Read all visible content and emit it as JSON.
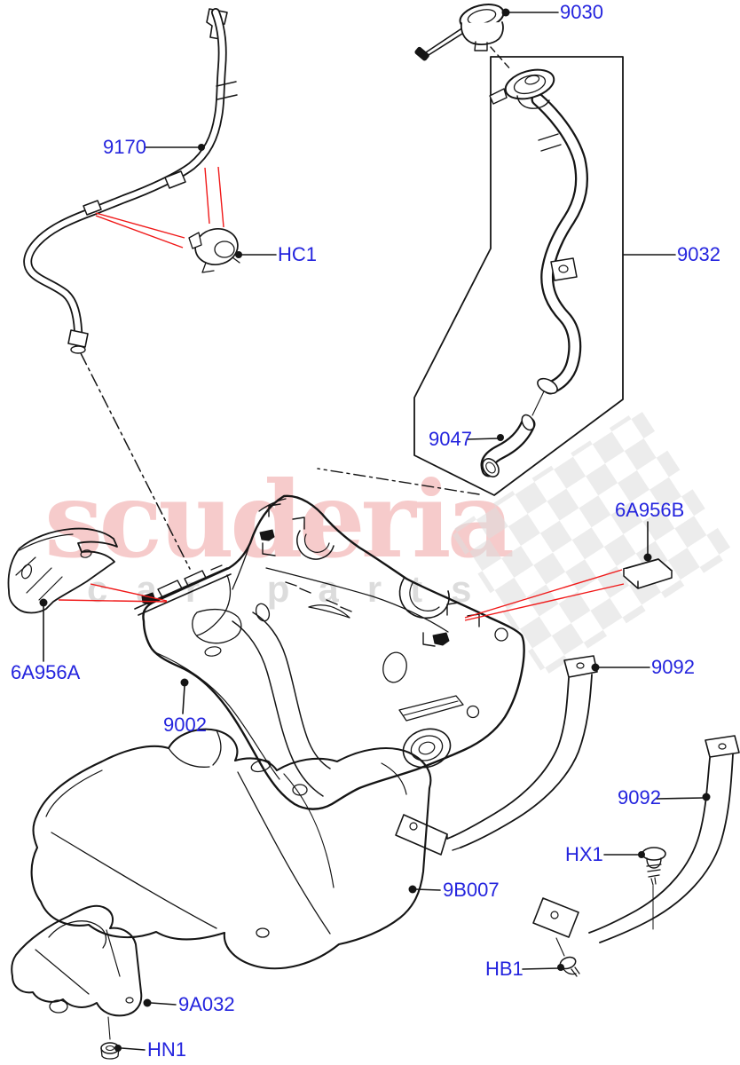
{
  "watermark": {
    "brand": "scuderia",
    "subtitle": "car parts"
  },
  "colors": {
    "label_blue": "#2424DE",
    "leader_red": "#f01818",
    "line_black": "#151515",
    "watermark_pink": "#f5c2c2",
    "watermark_gray": "#d9d9d9",
    "checker_gray": "#dedede",
    "background": "#ffffff"
  },
  "parts": [
    {
      "code": "9170"
    },
    {
      "code": "9030"
    },
    {
      "code": "HC1"
    },
    {
      "code": "9032"
    },
    {
      "code": "9047"
    },
    {
      "code": "6A956B"
    },
    {
      "code": "6A956A"
    },
    {
      "code": "9002"
    },
    {
      "code": "9092"
    },
    {
      "code": "9092"
    },
    {
      "code": "HX1"
    },
    {
      "code": "HB1"
    },
    {
      "code": "9B007"
    },
    {
      "code": "9A032"
    },
    {
      "code": "HN1"
    }
  ]
}
